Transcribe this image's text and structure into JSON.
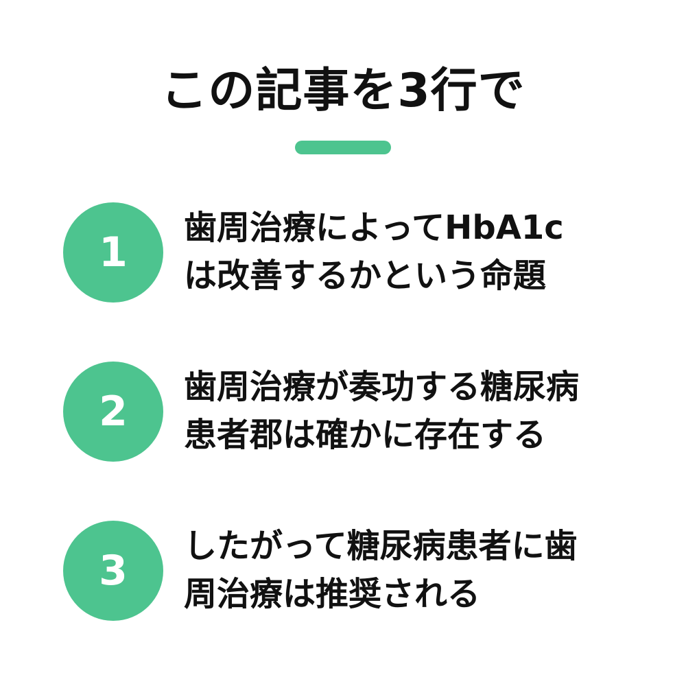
{
  "title": "この記事を3行で",
  "accent_color": "#4dc48f",
  "items": [
    {
      "number": "1",
      "lines": [
        "歯周治療によってHbA1c",
        "は改善するかという命題"
      ]
    },
    {
      "number": "2",
      "lines": [
        "歯周治療が奏功する糖尿病",
        "患者郡は確かに存在する"
      ]
    },
    {
      "number": "3",
      "lines": [
        "したがって糖尿病患者に歯",
        "周治療は推奨される"
      ]
    }
  ]
}
